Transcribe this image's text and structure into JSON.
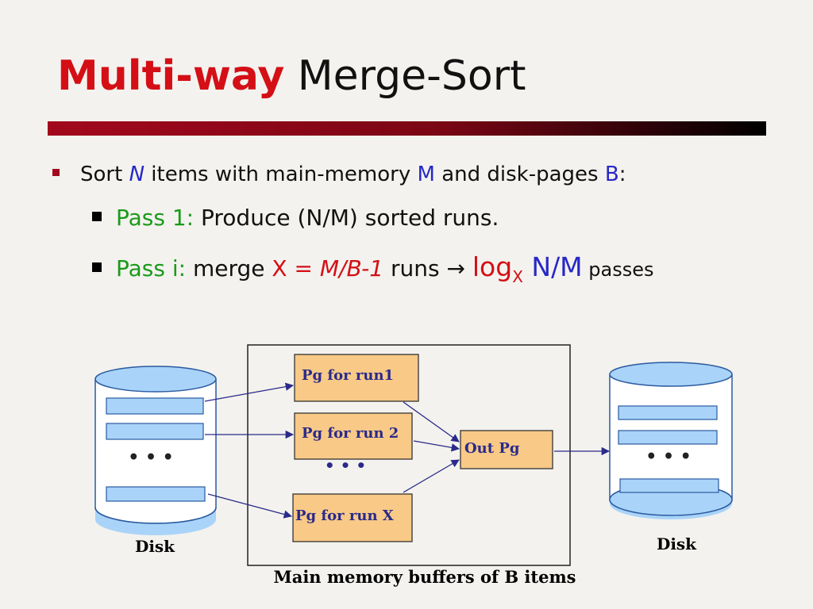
{
  "slide": {
    "title_accent": "Multi-way",
    "title_rest": " Merge-Sort"
  },
  "bullets": {
    "line1": {
      "prefix": "Sort ",
      "n": "N",
      "mid1": " items with main-memory ",
      "m": "M",
      "mid2": " and disk-pages ",
      "b": "B",
      "suffix": ":"
    },
    "line2": {
      "pass_label": "Pass 1:",
      "text": " Produce (N/M) sorted runs."
    },
    "line3": {
      "pass_label": "Pass i:",
      "merge_text": " merge ",
      "x_eq": "X = ",
      "formula": "M/B-1",
      "runs_text": " runs ",
      "arrow": "→",
      "log": "log",
      "log_sub": "X",
      "nm": " N/M",
      "passes": " passes"
    }
  },
  "diagram": {
    "left_disk_label": "Disk",
    "right_disk_label": "Disk",
    "ellipsis": "• • •",
    "buffer_run1": "Pg for run1",
    "buffer_run2": "Pg for run 2",
    "buffer_runx": "Pg for run X",
    "buffer_out": "Out Pg",
    "memory_label": "Main memory buffers of B items"
  },
  "colors": {
    "title_accent": "#d40f16",
    "title_bar": "#a3081d",
    "buffer_fill": "#f8c987",
    "disk_fill": "#a9d3f8",
    "page_bar_fill": "#a9d3f8",
    "arrow": "#2a2a8a",
    "variable_blue": "#2727c8",
    "pass_green": "#1a9a1a"
  }
}
